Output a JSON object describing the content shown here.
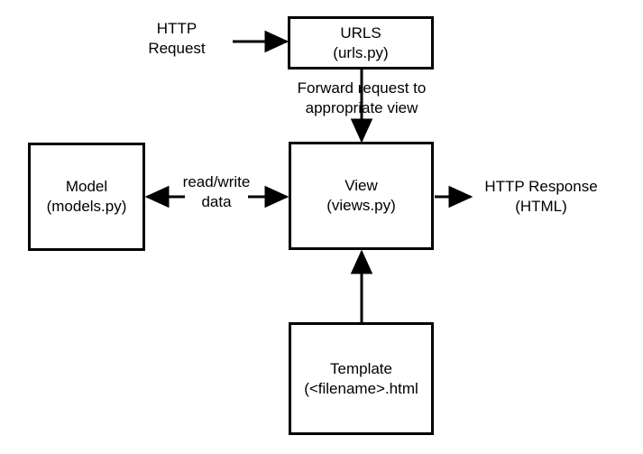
{
  "diagram": {
    "title": "Django request/response flow",
    "stroke_color": "#000000",
    "background_color": "#ffffff",
    "nodes": [
      {
        "id": "urls",
        "name": "URLS",
        "line1": "URLS",
        "line2": "(urls.py)"
      },
      {
        "id": "view",
        "name": "View",
        "line1": "View",
        "line2": "(views.py)"
      },
      {
        "id": "model",
        "name": "Model",
        "line1": "Model",
        "line2": "(models.py)"
      },
      {
        "id": "template",
        "name": "Template",
        "line1": "Template",
        "line2": "(<filename>.html"
      }
    ],
    "edges": [
      {
        "id": "http-request",
        "from": "external",
        "to": "urls",
        "line1": "HTTP",
        "line2": "Request",
        "direction": "right"
      },
      {
        "id": "forward-request",
        "from": "urls",
        "to": "view",
        "line1": "Forward request to",
        "line2": "appropriate view",
        "direction": "down"
      },
      {
        "id": "read-write-data",
        "from": "view",
        "to": "model",
        "line1": "read/write",
        "line2": "data",
        "direction": "bidirectional"
      },
      {
        "id": "http-response",
        "from": "view",
        "to": "external",
        "line1": "HTTP Response",
        "line2": "(HTML)",
        "direction": "right"
      },
      {
        "id": "template-to-view",
        "from": "template",
        "to": "view",
        "line1": "",
        "line2": "",
        "direction": "up"
      }
    ]
  }
}
